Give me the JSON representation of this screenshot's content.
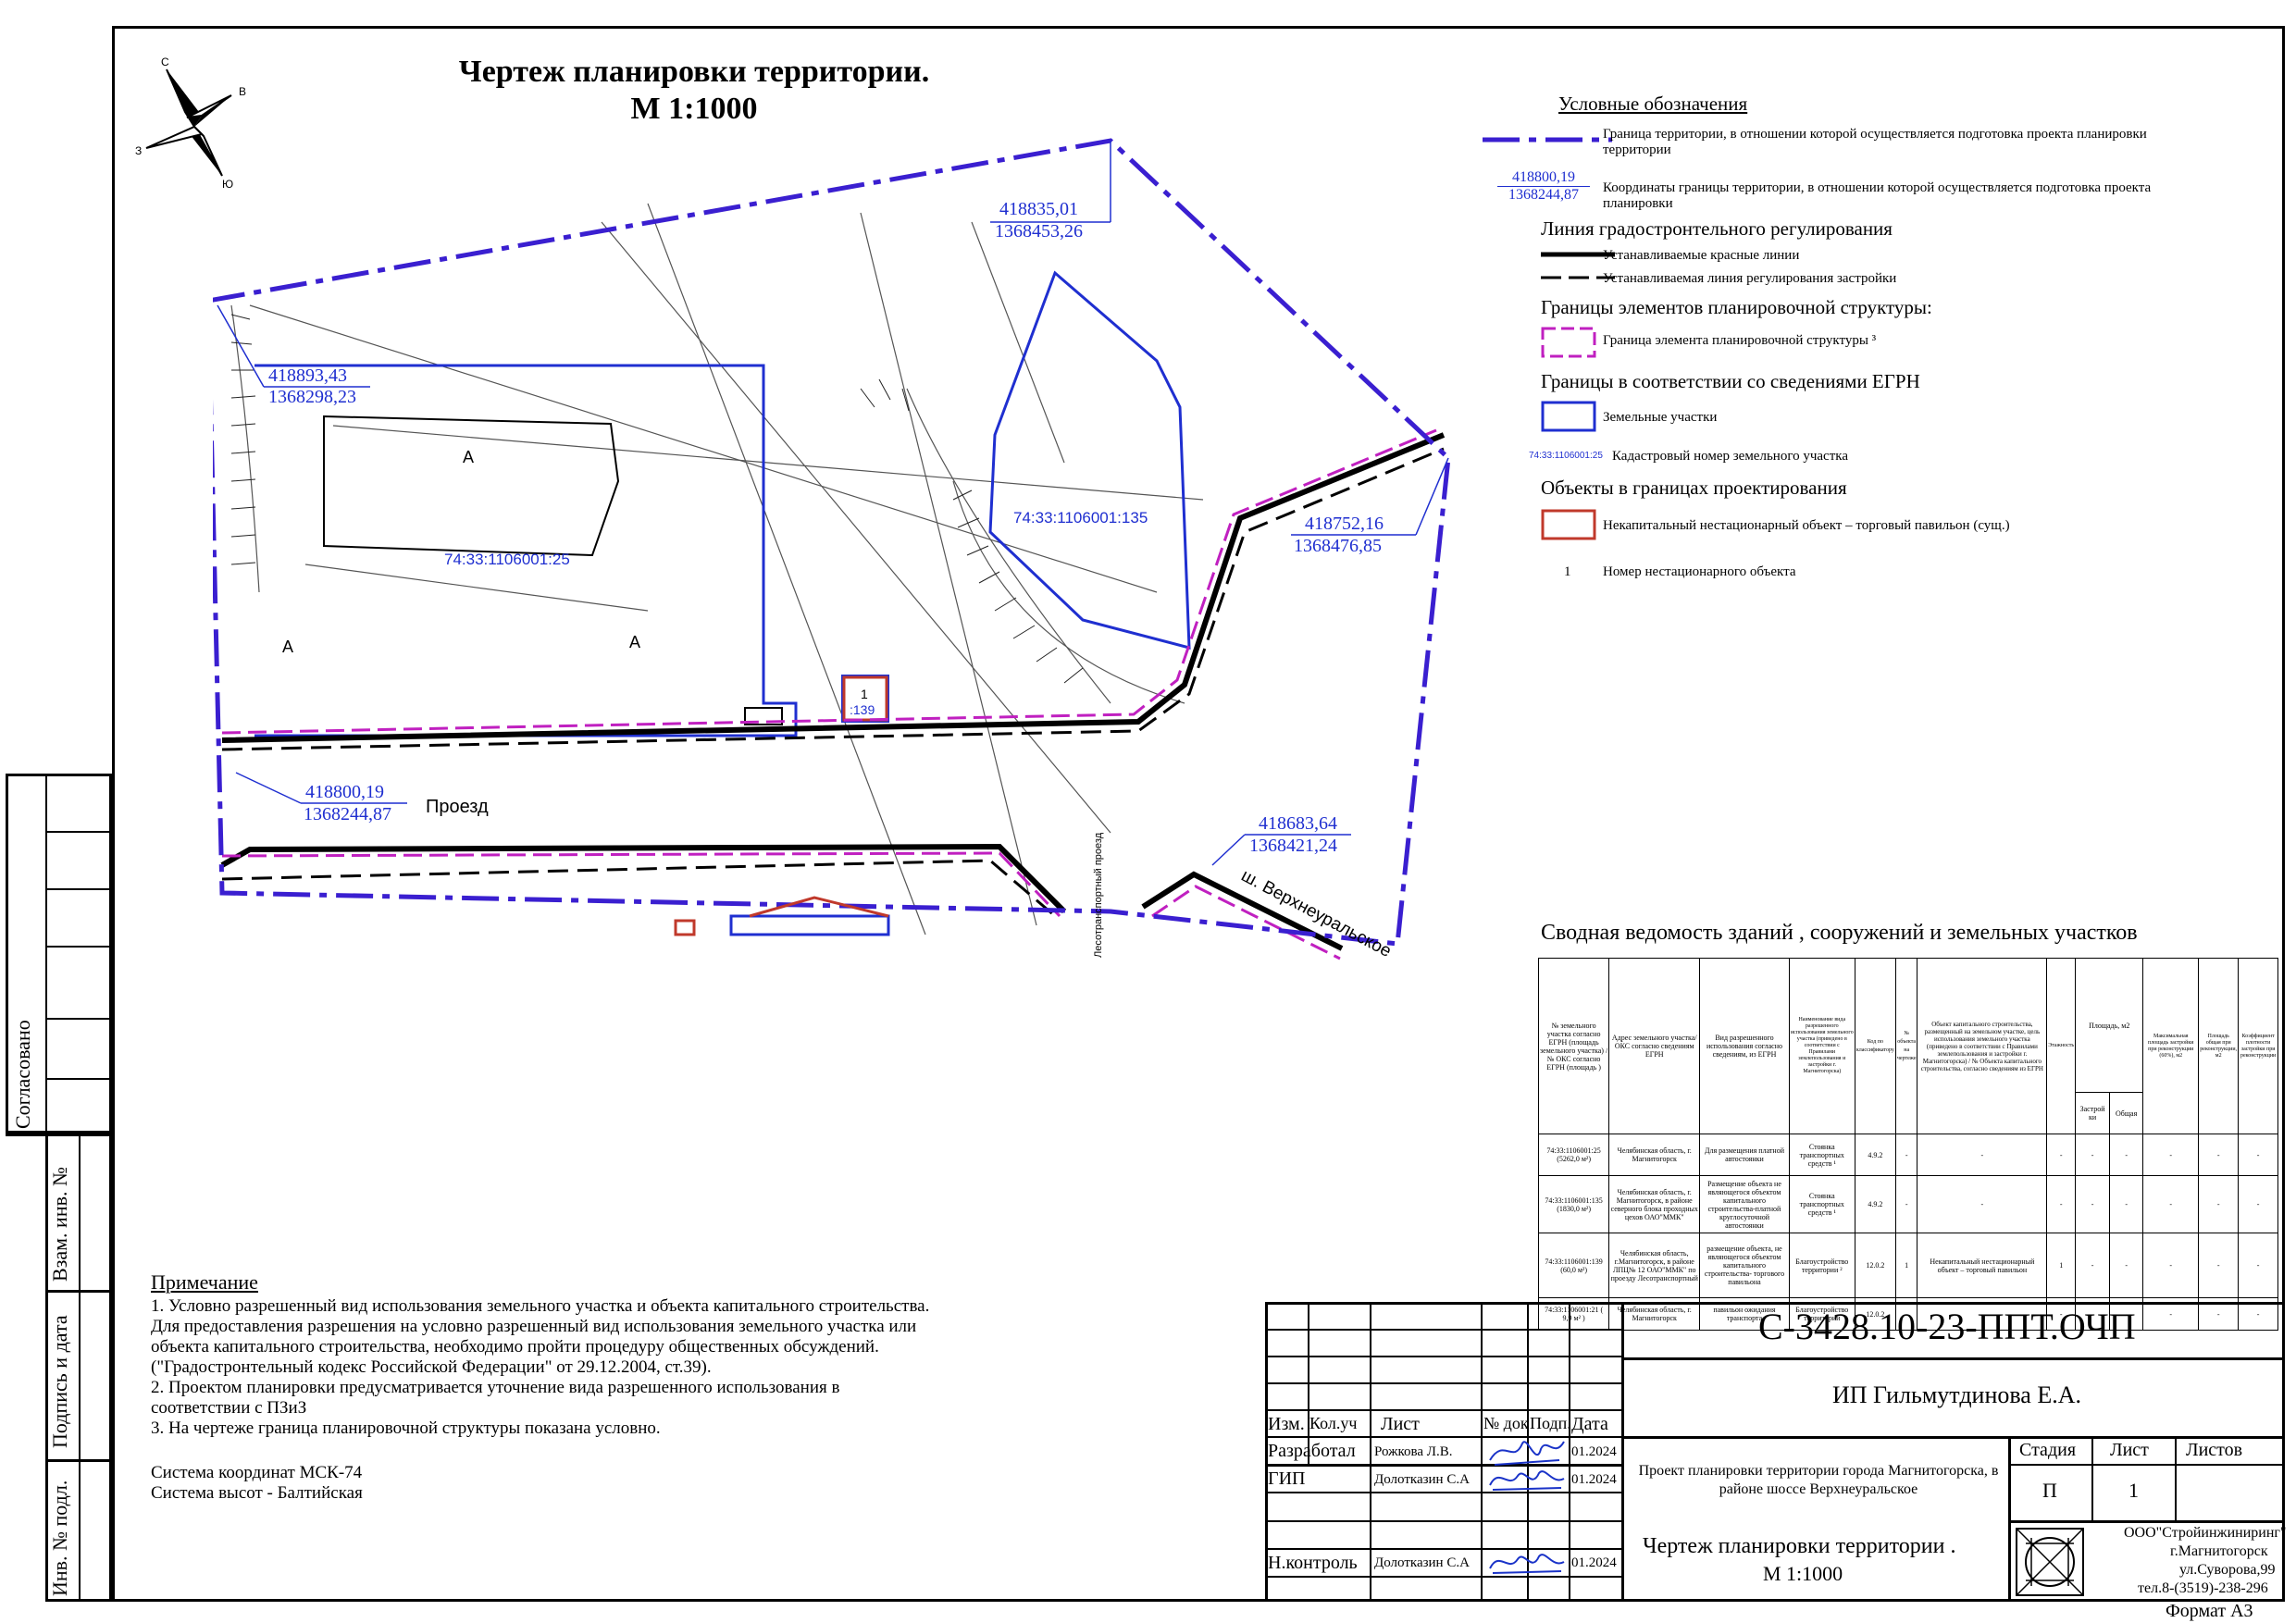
{
  "title": {
    "line1": "Чертеж планировки  территории.",
    "line2": "М 1:1000"
  },
  "compass": {
    "n": "С",
    "e": "В",
    "s": "Ю",
    "w": "З"
  },
  "map": {
    "parcel_25": "74:33:1106001:25",
    "parcel_135": "74:33:1106001:135",
    "parcel_139": ":139",
    "road_label": "Проезд",
    "highway_label": "ш. Верхнеуральское",
    "side_road_label": "Лесотранспортный проезд",
    "object_number": "1",
    "zone_a": "А",
    "coords": [
      {
        "x": "418835,01",
        "y": "1368453,26"
      },
      {
        "x": "418893,43",
        "y": "1368298,23"
      },
      {
        "x": "418752,16",
        "y": "1368476,85"
      },
      {
        "x": "418800,19",
        "y": "1368244,87"
      },
      {
        "x": "418683,64",
        "y": "1368421,24"
      }
    ],
    "colors": {
      "boundary": "#3a1fd0",
      "parcel": "#1f2fd0",
      "element": "#c020c0",
      "object": "#c0392b"
    }
  },
  "legend": {
    "header": "Условные  обозначения",
    "boundary_text": "Граница  территории,  в отношении которой осуществляется подготовка проекта планировки территории",
    "coord_sample_x": "418800,19",
    "coord_sample_y": "1368244,87",
    "coord_text": "Координаты границы территории, в отношении которой осуществляется  подготовка проекта планировки",
    "section_regulation": "Линия градостронтельного регулирования",
    "red_lines": "Устанавливаемые красные линии",
    "build_line": "Устанавливаемая линия регулирования застройки",
    "section_elements": "Границы элементов  планировочной структуры:",
    "element_boundary": "Граница  элемента  планировочной структуры ³",
    "section_egrn": "Границы в соответствии со сведениями ЕГРН",
    "land_parcels": "Земельные участки",
    "cad_sample": "74:33:1106001:25",
    "cad_text": "Кадастровый номер земельного участка",
    "section_objects": "Объекты в границах проектирования",
    "pavilion": "Некапитальный  нестационарный  объект – торговый павильон (сущ.)",
    "obj_num_sample": "1",
    "obj_num_text": "Номер  нестационарного объекта"
  },
  "summary": {
    "title": "Сводная ведомость зданий  , сооружений и земельных участков",
    "headers": [
      "№ земельного участка согласно ЕГРН (площадь земельного участка) / № ОКС согласно ЕГРН (площадь )",
      "Адрес земельного участка/ОКС согласно сведениям ЕГРН",
      "Вид разрешенного использования согласно сведениям, из ЕГРН",
      "Наименование вида разрешенного использования земельного участка (приведено в соответствии с Правилами землепользования и застройки г. Магнитогорска)",
      "Код по классификатору",
      "№ объекта на чертеже",
      "Объект капитального строительства, размещенный на земельном участке, цель использования земельного участка (приведено в соответствии с Правилами землепользования и застройки г. Магнитогорска) / № Объекта капитального строительства, согласно сведениям из ЕГРН",
      "Этажность",
      "Площадь, м2",
      "Застрой ки",
      "Общая",
      "Максимальная площадь застройки при реконструкции (60%), м2",
      "Площадь общая при реконструкции, м2",
      "Коэффициент плотности застройки при реконструкции"
    ],
    "rows": [
      [
        "74:33:1106001:25 (5262,0 м²)",
        "Челябинская область, г. Магнитогорск",
        "Для размещения платной автостоянки",
        "Стоянка транспортных средств ¹",
        "4.9.2",
        "-",
        "-",
        "-",
        "-",
        "-",
        "-",
        "-",
        "-"
      ],
      [
        "74:33:1106001:135 (1830,0 м²)",
        "Челябинская область, г. Магнитогорск, в районе северного блока проходных цехов ОАО\"ММК\"",
        "Размещение объекта не являющегося объектом капитального строительства-платной круглосуточной автостоянки",
        "Стоянка транспортных средств ¹",
        "4.9.2",
        "-",
        "-",
        "-",
        "-",
        "-",
        "-",
        "-",
        "-"
      ],
      [
        "74:33:1106001:139 (60,0 м²)",
        "Челябинская область, г.Магнитогорск, в районе ЛПЦ№ 12 ОАО\"ММК\" по проезду Лесотранспортный",
        "размещение объекта, не являющегося объектом капитального строительства- торгового павильона",
        "Благоустройство территории ²",
        "12.0.2",
        "1",
        "Некапитальный  нестационарный объект – торговый павильон",
        "1",
        "-",
        "-",
        "-",
        "-",
        "-"
      ],
      [
        "74:33:1106001:21 ( 9,9 м² )",
        "Челябинская область, г. Магнитогорск",
        "павильон ожидания транспорта",
        "Благоустройство территории",
        "12.0.2",
        "-",
        "-",
        "-",
        "-",
        "-",
        "-",
        "-",
        "-"
      ]
    ]
  },
  "notes": {
    "header": "Примечание",
    "n1": "1. Условно разрешенный вид использования земельного участка и объекта капитального   строительства.",
    "n1b": "Для предоставления  разрешения на условно разрешенный вид использования земельного участка или",
    "n1c": "объекта  капитального  строительства,   необходимо  пройти  процедуру  общественных  обсуждений.",
    "n1d": "(\"Градостронтельный кодекс Российской Федерации\" от 29.12.2004,  ст.39).",
    "n2": "2. Проектом планировки предусматривается уточнение   вида разрешенного использования в",
    "n2b": "соответствии с ПЗиЗ",
    "n3": "3. На чертеже  граница  планировочной структуры показана условно.",
    "crs": "Система координат МСК-74",
    "heights": "Система высот - Балтийская"
  },
  "side": {
    "agreed": "Согласовано",
    "inv_replace": "Взам. инв. №",
    "sign_date": "Подпись и дата",
    "inv_orig": "Инв. № подл."
  },
  "stamp": {
    "code": "С-3428.10-23-ППТ.ОЧП",
    "org": "ИП Гильмутдинова Е.А.",
    "col_izm": "Изм.",
    "col_kol": "Кол.уч",
    "col_list": "Лист",
    "col_doc": "№ док",
    "col_sign": "Подп.",
    "col_date": "Дата",
    "r1_role": "Разработал",
    "r1_name": "Рожкова Л.В.",
    "r1_date": "01.2024",
    "r2_role": "ГИП",
    "r2_name": "Долотказин С.А",
    "r2_date": "01.2024",
    "r3_role": "Н.контроль",
    "r3_name": "Долотказин С.А",
    "r3_date": "01.2024",
    "project": "Проект планировки территории города Магнитогорска, в районе шоссе Верхнеуральское",
    "stage_h": "Стадия",
    "sheet_h": "Лист",
    "sheets_h": "Листов",
    "stage": "П",
    "sheet": "1",
    "drawing": "Чертеж планировки  территории .",
    "scale": "М 1:1000",
    "company": "ООО\"Стройинжиниринг\"",
    "city": "г.Магнитогорск",
    "street": "ул.Суворова,99",
    "phone": "тел.8-(3519)-238-296",
    "format": "Формат А3"
  }
}
